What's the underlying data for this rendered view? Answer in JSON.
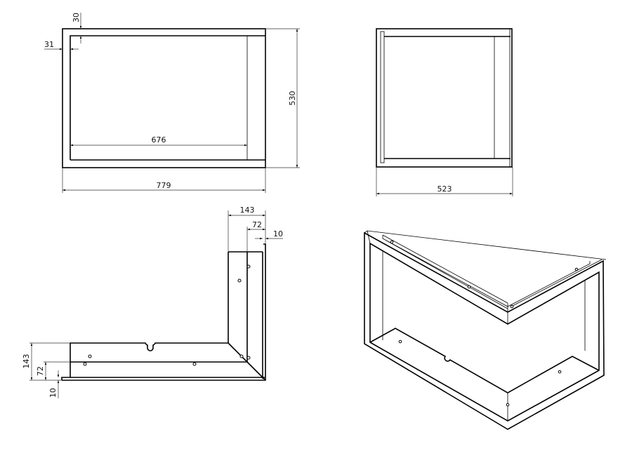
{
  "front_view": {
    "width": "779",
    "height": "530",
    "inner_width": "676",
    "frame_side": "31",
    "frame_top": "30"
  },
  "side_view": {
    "depth": "523"
  },
  "plan_view": {
    "top_total": "143",
    "top_mid": "72",
    "top_flange": "10",
    "left_total": "143",
    "left_mid": "72",
    "left_flange": "10"
  },
  "colors": {
    "line": "#000000",
    "background": "#ffffff"
  }
}
